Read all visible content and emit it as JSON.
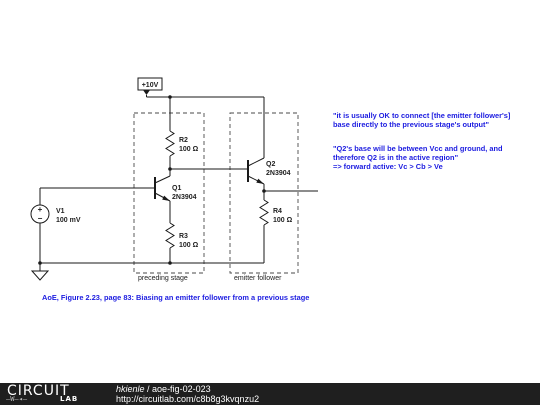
{
  "labels": {
    "supply": "+10V",
    "r2_name": "R2",
    "r2_value": "100 Ω",
    "q1_name": "Q1",
    "q1_part": "2N3904",
    "r3_name": "R3",
    "r3_value": "100 Ω",
    "v1_name": "V1",
    "v1_value": "100 mV",
    "q2_name": "Q2",
    "q2_part": "2N3904",
    "r4_name": "R4",
    "r4_value": "100 Ω",
    "stage_preceding": "preceding stage",
    "stage_follower": "emitter follower"
  },
  "notes": {
    "note1_line1": "\"it is usually OK to connect [the emitter follower's]",
    "note1_line2": "base directly to the previous stage's output\"",
    "note2_line1": "\"Q2's base will be between Vcc and ground, and",
    "note2_line2": "therefore Q2 is in the active region\"",
    "note2_line3": "=> forward active: Vc > Cb > Ve"
  },
  "caption": "AoE, Figure 2.23, page 83: Biasing an emitter follower from a previous stage",
  "footer": {
    "logo_main": "CIRCUIT",
    "logo_sub": "LAB",
    "logo_symbol": "—W—◂—",
    "author": "hkienle",
    "separator": " / ",
    "circuit_name": "aoe-fig-02-023",
    "url": "http://circuitlab.com/c8b8g3kvqnzu2"
  },
  "colors": {
    "note_text": "#1c1ce0",
    "wire": "#1a1a1a",
    "footer_bg": "#1f1f1f"
  }
}
